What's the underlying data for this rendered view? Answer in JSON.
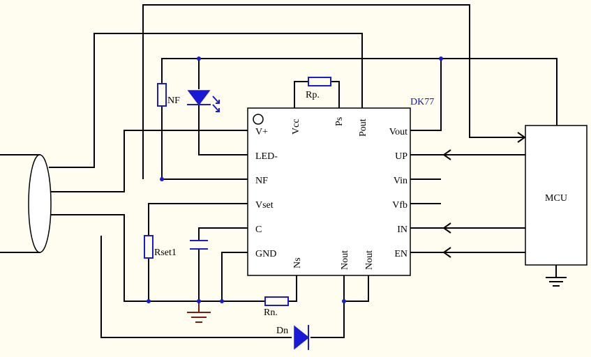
{
  "chip": {
    "name": "DK77",
    "left_pins": [
      "V+",
      "LED-",
      "NF",
      "Vset",
      "C",
      "GND"
    ],
    "right_pins": [
      "Vout",
      "UP",
      "Vin",
      "Vfb",
      "IN",
      "EN"
    ],
    "top_pins": [
      "Vcc",
      "Ps",
      "Pout"
    ],
    "bottom_pins": [
      "Ns",
      "Nout",
      "Nout"
    ]
  },
  "components": {
    "rp": "Rp.",
    "nf": "NF",
    "rset": "Rset1",
    "rn": "Rn.",
    "dn": "Dn",
    "mcu": "MCU"
  },
  "colors": {
    "wire": "#000000",
    "component": "#1a1ad6",
    "ground": "#7a1a10",
    "chip_label": "#1a1aa0",
    "background": "#fffdf0"
  }
}
